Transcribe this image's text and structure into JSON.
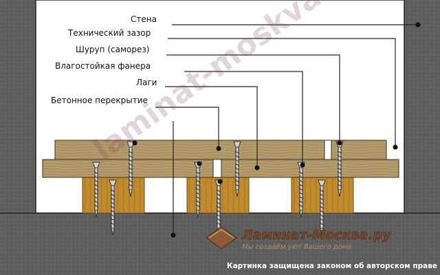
{
  "labels": {
    "wall": "Стена",
    "gap": "Технический зазор",
    "screw": "Шуруп (саморез)",
    "plywood": "Влагостойкая фанера",
    "joists": "Лаги",
    "slab": "Бетонное перекрытие"
  },
  "watermark": "laminat-moskva.ru",
  "logo": {
    "name": "Ламинат-Москва.ру",
    "slogan": "Мы создаём уют Вашего дома"
  },
  "copyright": "Картинка защищена законом об авторском праве ©",
  "colors": {
    "concrete": "#5e5e5e",
    "wood_board": "#b59c6c",
    "wood_joist": "#c08b2e",
    "logo_brown": "#7a4a2a"
  }
}
